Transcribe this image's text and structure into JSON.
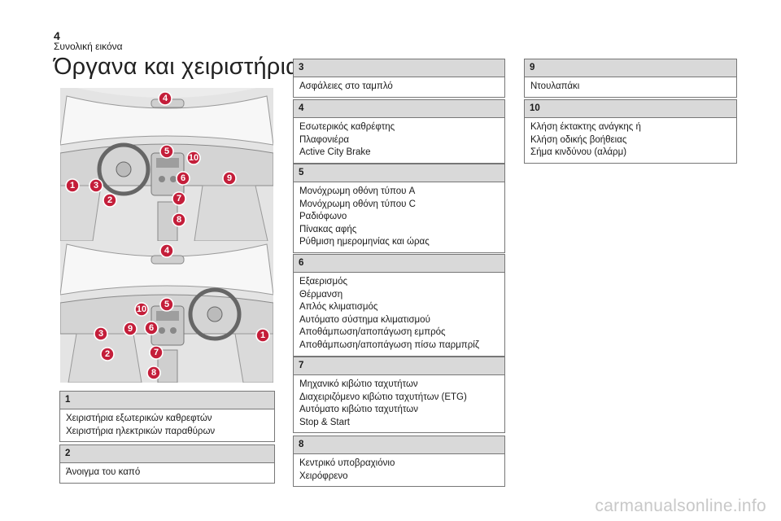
{
  "header": {
    "page_number": "4",
    "section": "Συνολική εικόνα",
    "title": "Όργανα και χειριστήρια"
  },
  "illustrations": {
    "top_markers": [
      "4",
      "5",
      "10",
      "6",
      "9",
      "1",
      "3",
      "2",
      "7",
      "8"
    ],
    "bottom_markers": [
      "4",
      "10",
      "5",
      "6",
      "9",
      "3",
      "2",
      "7",
      "8",
      "1"
    ]
  },
  "sections": [
    {
      "num": "1",
      "lines": [
        "Χειριστήρια εξωτερικών καθρεφτών",
        "Χειριστήρια ηλεκτρικών παραθύρων"
      ]
    },
    {
      "num": "2",
      "lines": [
        "Άνοιγμα του καπό"
      ]
    },
    {
      "num": "3",
      "lines": [
        "Ασφάλειες στο ταμπλό"
      ]
    },
    {
      "num": "4",
      "lines": [
        "Εσωτερικός καθρέφτης",
        "Πλαφονιέρα",
        "Active City Brake"
      ]
    },
    {
      "num": "5",
      "lines": [
        "Μονόχρωμη οθόνη τύπου A",
        "Μονόχρωμη οθόνη τύπου C",
        "Ραδιόφωνο",
        "Πίνακας αφής",
        "Ρύθμιση ημερομηνίας και ώρας"
      ]
    },
    {
      "num": "6",
      "lines": [
        "Εξαερισμός",
        "Θέρμανση",
        "Απλός κλιματισμός",
        "Αυτόματο σύστημα κλιματισμού",
        "Αποθάμπωση/αποπάγωση εμπρός",
        "Αποθάμπωση/αποπάγωση πίσω παρμπρίζ"
      ]
    },
    {
      "num": "7",
      "lines": [
        "Μηχανικό κιβώτιο ταχυτήτων",
        "Διαχειριζόμενο κιβώτιο ταχυτήτων (ETG)",
        "Αυτόματο κιβώτιο ταχυτήτων",
        "Stop & Start"
      ]
    },
    {
      "num": "8",
      "lines": [
        "Κεντρικό υποβραχιόνιο",
        "Χειρόφρενο"
      ]
    },
    {
      "num": "9",
      "lines": [
        "Ντουλαπάκι"
      ]
    },
    {
      "num": "10",
      "lines": [
        "Κλήση έκτακτης ανάγκης ή",
        "Κλήση οδικής βοήθειας",
        "Σήμα κινδύνου (αλάρμ)"
      ]
    }
  ],
  "watermark": "carmanualsonline.info"
}
